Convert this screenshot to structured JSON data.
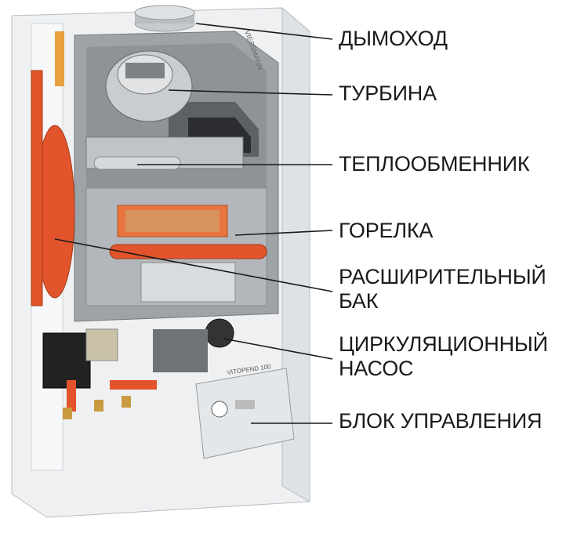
{
  "brand": {
    "logo": "VIESSMANN",
    "model": "VITOPEND 100"
  },
  "labels": [
    {
      "id": "chimney",
      "lines": [
        "ДЫМОХОД"
      ]
    },
    {
      "id": "turbine",
      "lines": [
        "ТУРБИНА"
      ]
    },
    {
      "id": "heat-exchanger",
      "lines": [
        "ТЕПЛООБМЕННИК"
      ]
    },
    {
      "id": "burner",
      "lines": [
        "ГОРЕЛКА"
      ]
    },
    {
      "id": "expansion-tank",
      "lines": [
        "РАСШИРИТЕЛЬНЫЙ",
        "БАК"
      ]
    },
    {
      "id": "circulation-pump",
      "lines": [
        "ЦИРКУЛЯЦИОННЫЙ",
        "НАСОС"
      ]
    },
    {
      "id": "control-unit",
      "lines": [
        "БЛОК УПРАВЛЕНИЯ"
      ]
    }
  ],
  "colors": {
    "pipe": "#e2542c",
    "burner": "#e8743f",
    "casing": "#e9ecef",
    "chamber": "#a9adb2",
    "text": "#1a1a1a"
  }
}
